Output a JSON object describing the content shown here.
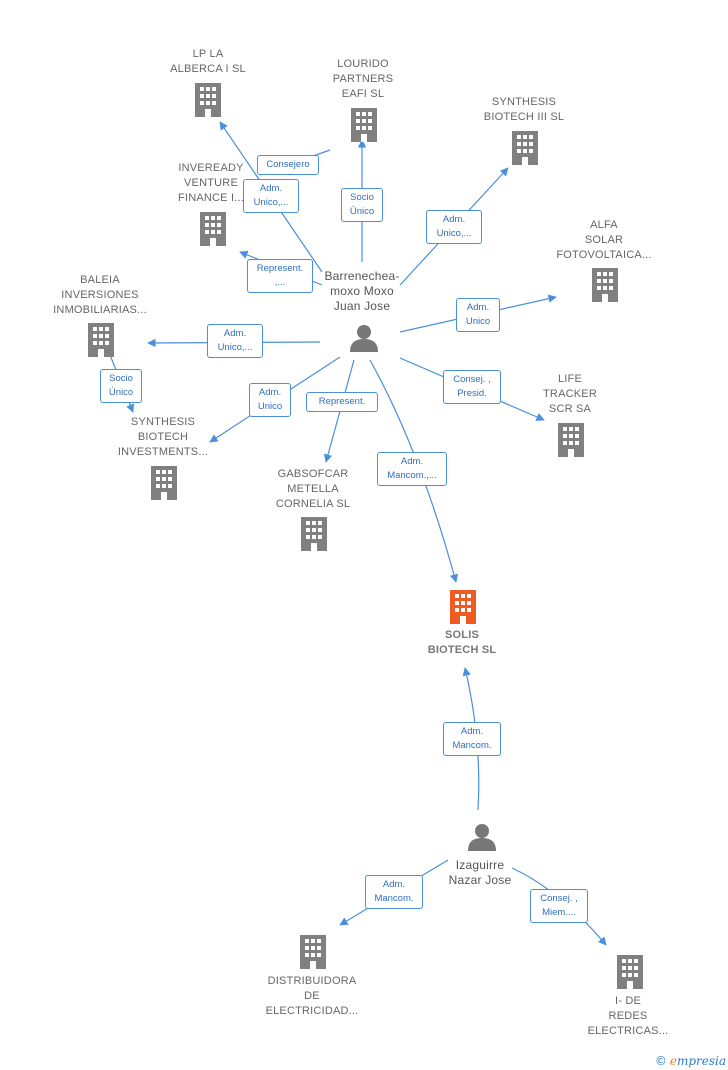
{
  "colors": {
    "edge": "#4a8fdc",
    "building": "#808080",
    "building_highlight": "#f05a23",
    "person": "#777777"
  },
  "nodes": {
    "lp_la_alberca": {
      "label": "LP LA\nALBERCA I  SL",
      "icon": "building-icon"
    },
    "lourido": {
      "label": "LOURIDO\nPARTNERS\nEAFI SL",
      "icon": "building-icon"
    },
    "synthesis_iii": {
      "label": "SYNTHESIS\nBIOTECH III  SL",
      "icon": "building-icon"
    },
    "inveready": {
      "label": "INVEREADY\nVENTURE\nFINANCE I...",
      "icon": "building-icon"
    },
    "alfa_solar": {
      "label": "ALFA\nSOLAR\nFOTOVOLTAICA...",
      "icon": "building-icon"
    },
    "baleia": {
      "label": "BALEIA\nINVERSIONES\nINMOBILIARIAS...",
      "icon": "building-icon"
    },
    "barrenechea": {
      "label": "Barrenechea-\nmoxo Moxo\nJuan Jose",
      "icon": "person-icon"
    },
    "life_tracker": {
      "label": "LIFE\nTRACKER\nSCR SA",
      "icon": "building-icon"
    },
    "synthesis_inv": {
      "label": "SYNTHESIS\nBIOTECH\nINVESTMENTS...",
      "icon": "building-icon"
    },
    "gabsofcar": {
      "label": "GABSOFCAR\nMETELLA\nCORNELIA SL",
      "icon": "building-icon"
    },
    "solis": {
      "label": "SOLIS\nBIOTECH  SL",
      "icon": "building-icon"
    },
    "izaguirre": {
      "label": "Izaguirre\nNazar Jose",
      "icon": "person-icon"
    },
    "distribuidora": {
      "label": "DISTRIBUIDORA\nDE\nELECTRICIDAD...",
      "icon": "building-icon"
    },
    "i_de_redes": {
      "label": "I- DE\nREDES\nELECTRICAS...",
      "icon": "building-icon"
    }
  },
  "edges": [
    {
      "id": "e_lp",
      "label": "Adm.\nUnico,..."
    },
    {
      "id": "e_lourido_consejero",
      "label": "Consejero"
    },
    {
      "id": "e_lourido_socio",
      "label": "Socio\nÚnico"
    },
    {
      "id": "e_synth3",
      "label": "Adm.\nUnico,..."
    },
    {
      "id": "e_inveready",
      "label": "Represent.\n,..."
    },
    {
      "id": "e_alfa",
      "label": "Adm.\nUnico"
    },
    {
      "id": "e_baleia",
      "label": "Adm.\nUnico,..."
    },
    {
      "id": "e_baleia_synth",
      "label": "Socio\nÚnico"
    },
    {
      "id": "e_life",
      "label": "Consej. ,\nPresid."
    },
    {
      "id": "e_synth_inv",
      "label": "Adm.\nUnico"
    },
    {
      "id": "e_gabsofcar",
      "label": "Represent."
    },
    {
      "id": "e_solis_b",
      "label": "Adm.\nMancom.,..."
    },
    {
      "id": "e_solis_i",
      "label": "Adm.\nMancom."
    },
    {
      "id": "e_distrib",
      "label": "Adm.\nMancom."
    },
    {
      "id": "e_ide",
      "label": "Consej. ,\nMiem...."
    }
  ],
  "footer": {
    "copyright": "©",
    "brand_initial": "e",
    "brand_rest": "mpresia"
  }
}
